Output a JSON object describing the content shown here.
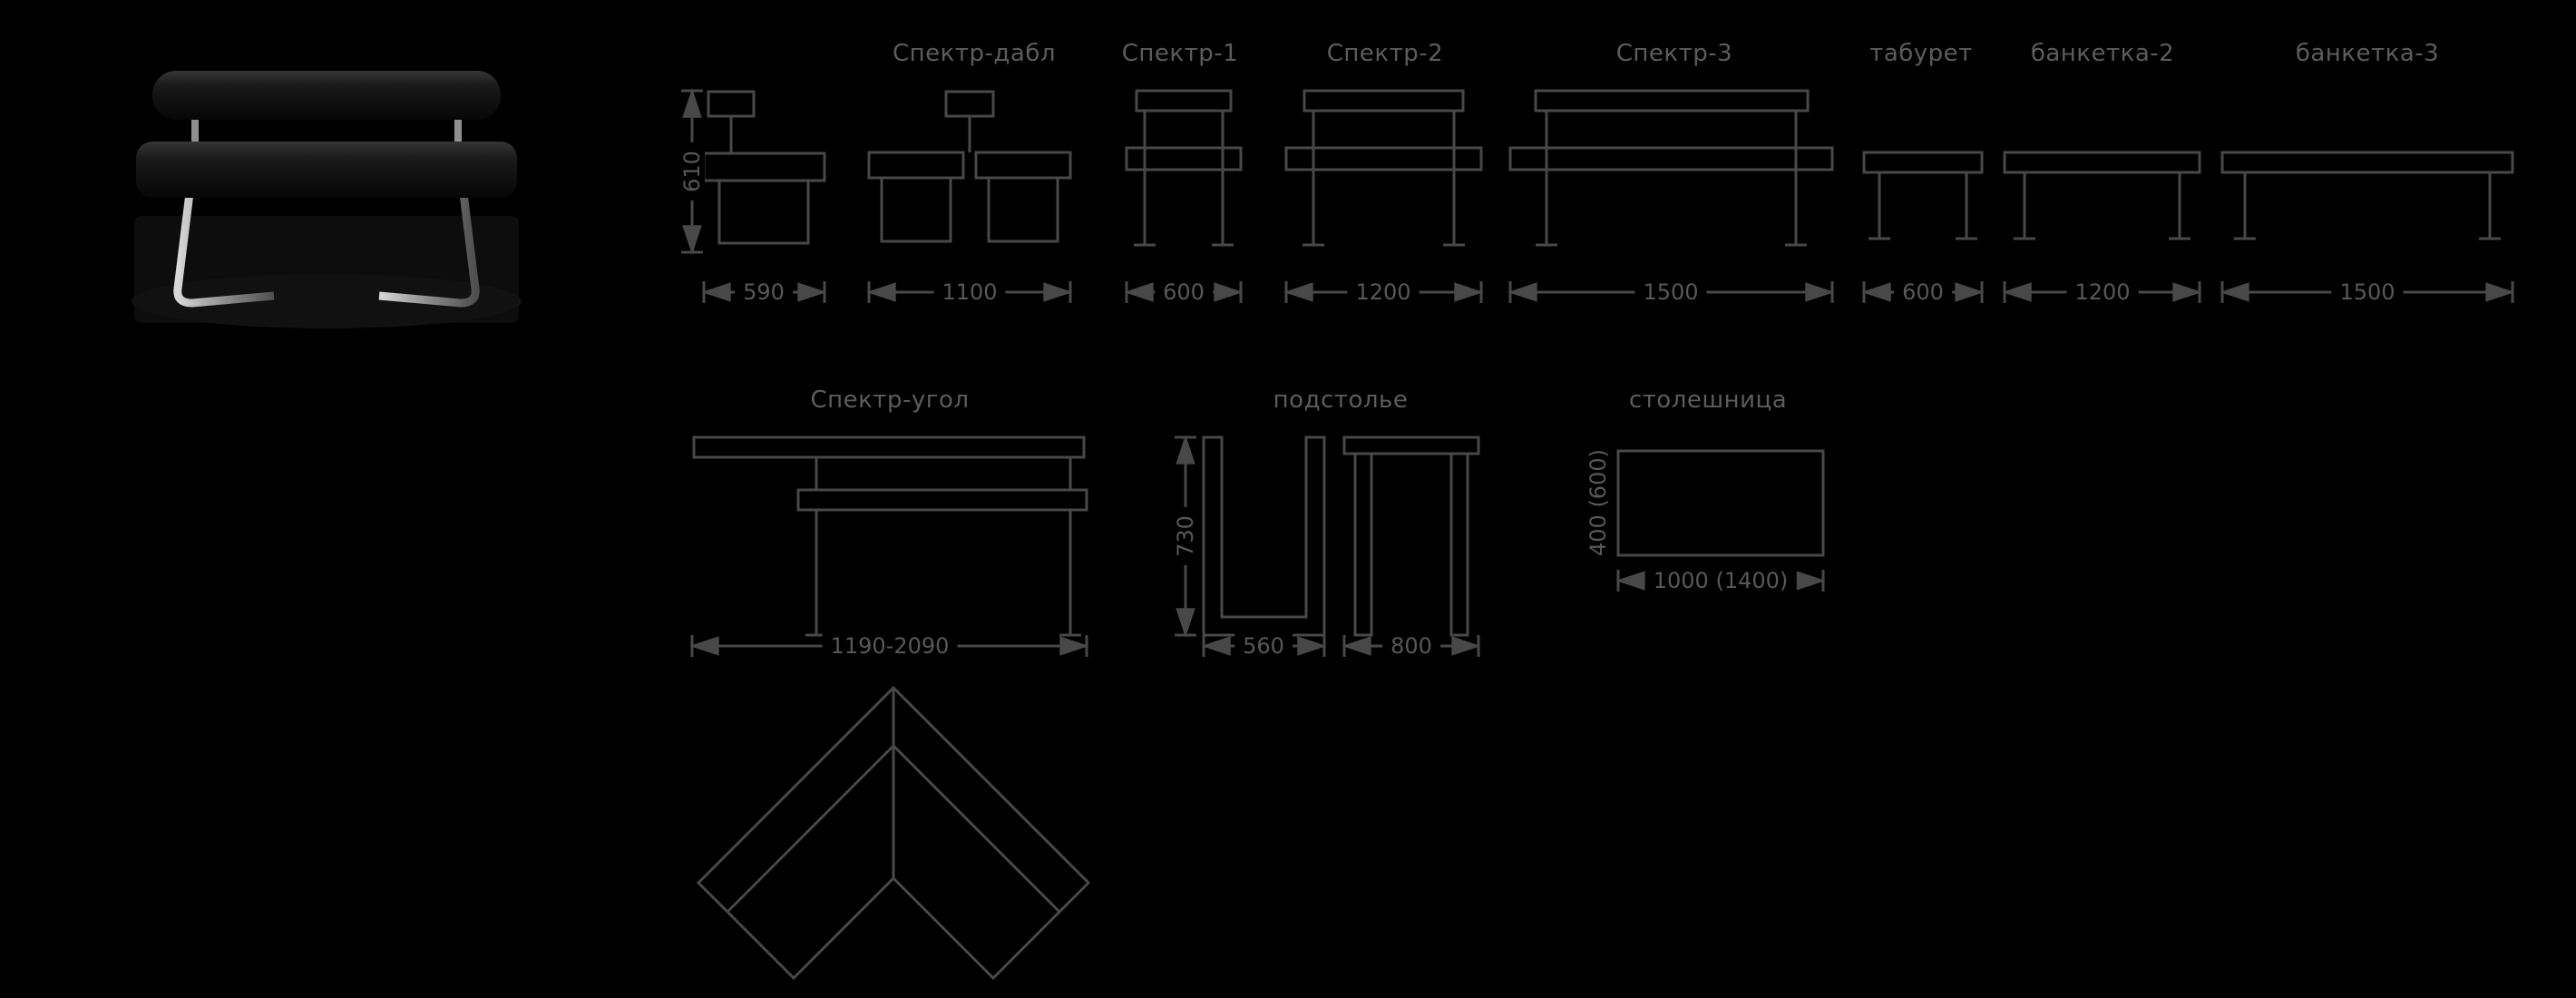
{
  "palette": {
    "background": "#000000",
    "line_color": "#484848",
    "text_color": "#5c5c5c",
    "bench_cushion": "#161616",
    "chrome_leg": "#9a9a9a"
  },
  "row1": {
    "height_dim": "610",
    "models": [
      {
        "label": "",
        "dim": "590"
      },
      {
        "label": "Спектр-дабл",
        "dim": "1100"
      },
      {
        "label": "Спектр-1",
        "dim": "600"
      },
      {
        "label": "Спектр-2",
        "dim": "1200"
      },
      {
        "label": "Спектр-3",
        "dim": "1500"
      },
      {
        "label": "табурет",
        "dim": "600"
      },
      {
        "label": "банкетка-2",
        "dim": "1200"
      },
      {
        "label": "банкетка-3",
        "dim": "1500"
      }
    ]
  },
  "row2": {
    "corner": {
      "label": "Спектр-угол",
      "dim": "1190-2090"
    },
    "underframe": {
      "label": "подстолье",
      "height_dim": "730",
      "dim_small": "560",
      "dim_large": "800"
    },
    "tabletop": {
      "label": "столешница",
      "depth_dim": "400 (600)",
      "width_dim": "1000 (1400)"
    }
  }
}
